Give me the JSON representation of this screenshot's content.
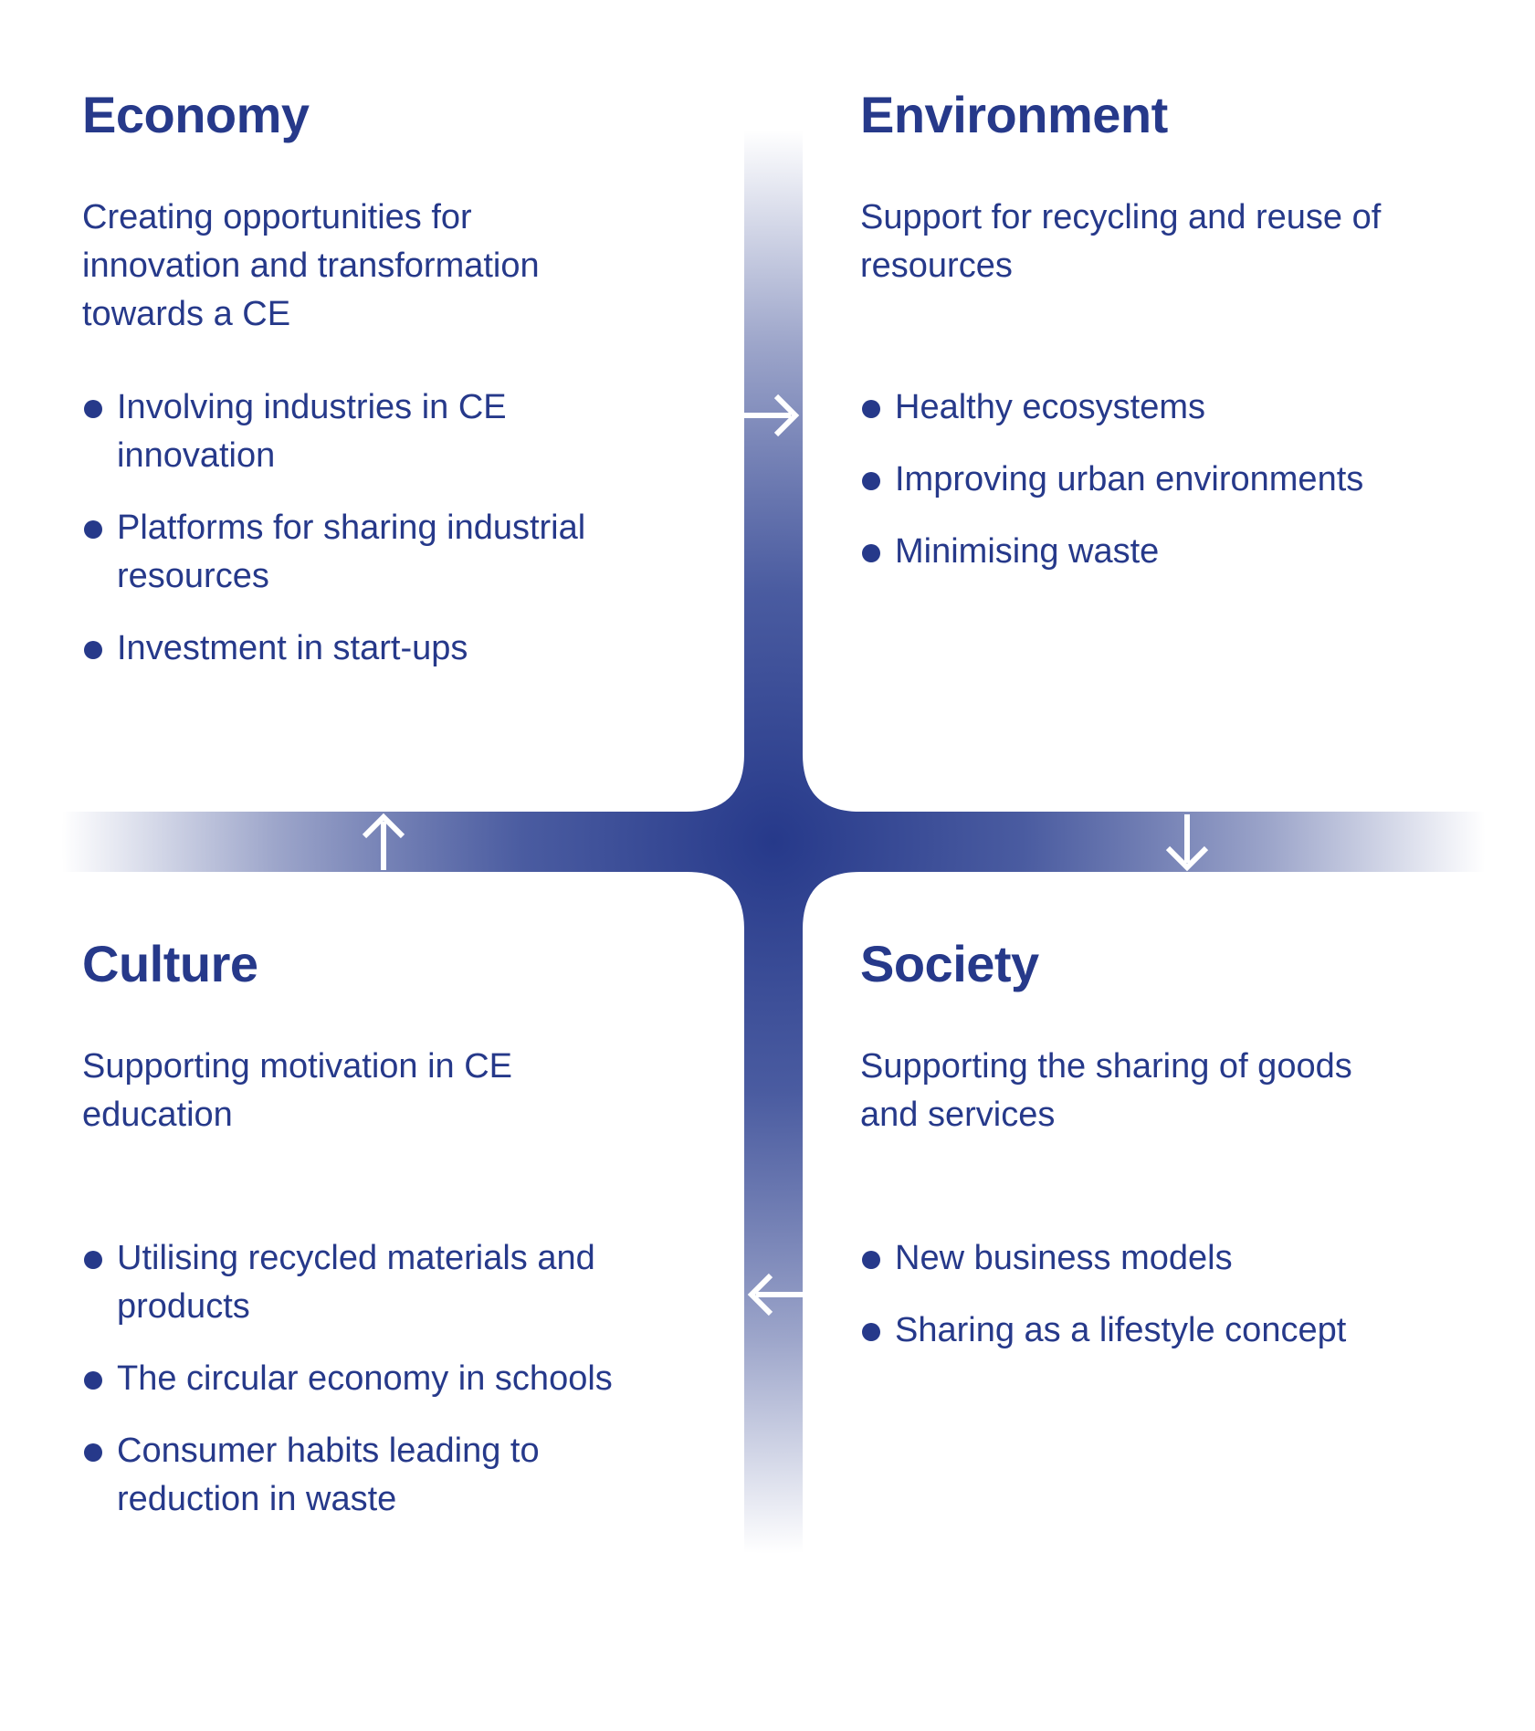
{
  "colors": {
    "primary": "#26398a",
    "background": "#ffffff"
  },
  "quadrants": {
    "economy": {
      "title": "Economy",
      "description": "Creating opportunities for innovation and transformation towards a CE",
      "items": [
        "Involving industries in CE innovation",
        "Platforms for sharing industrial resources",
        "Investment in start-ups"
      ]
    },
    "environment": {
      "title": "Environment",
      "description": "Support for recycling and reuse of resources",
      "items": [
        "Healthy ecosystems",
        "Improving urban environments",
        "Minimising waste"
      ]
    },
    "culture": {
      "title": "Culture",
      "description": "Supporting motivation in CE education",
      "items": [
        "Utilising recycled materials and products",
        "The circular economy in schools",
        "Consumer habits leading to reduction in waste"
      ]
    },
    "society": {
      "title": "Society",
      "description": "Supporting the sharing of goods and services",
      "items": [
        "New business models",
        "Sharing as a lifestyle concept"
      ]
    }
  },
  "arrows": [
    "right",
    "down",
    "left",
    "up"
  ]
}
